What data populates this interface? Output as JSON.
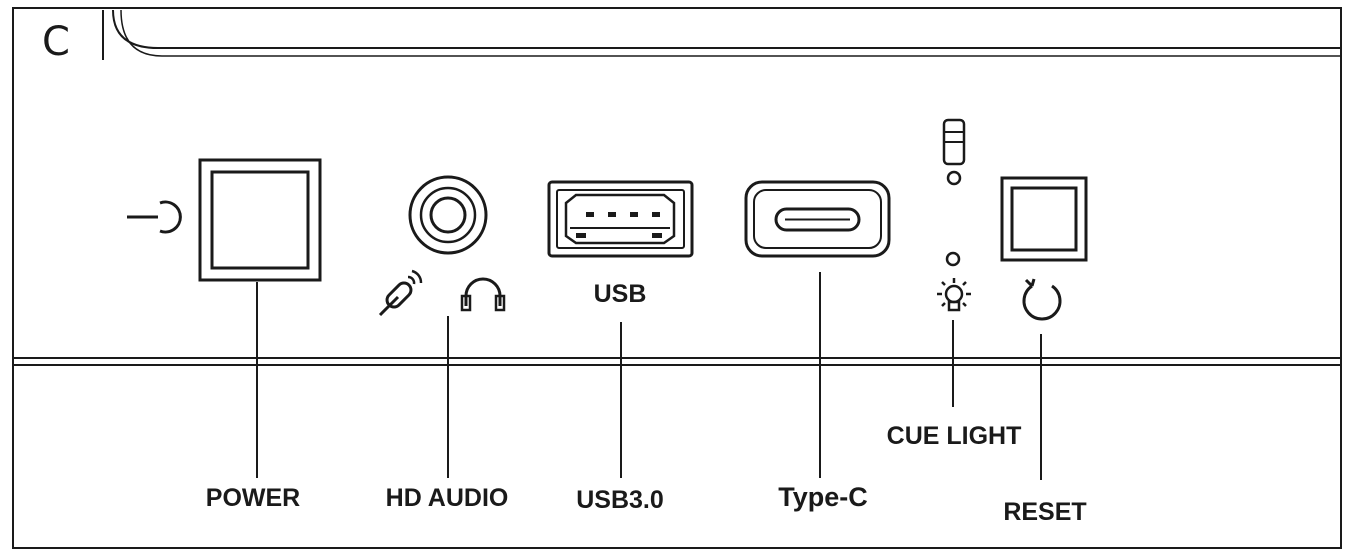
{
  "panel_letter": "C",
  "ports": {
    "power": "POWER",
    "hd_audio": "HD AUDIO",
    "usb_port_mark": "USB",
    "usb3": "USB3.0",
    "type_c": "Type-C",
    "cue_light": "CUE LIGHT",
    "reset": "RESET"
  },
  "icons": {
    "power": "power-symbol-icon",
    "microphone": "microphone-icon",
    "headphones": "headphones-icon",
    "indicator": "indicator-lamp-icon",
    "light": "light-bulb-icon",
    "reset": "reset-arrow-icon"
  }
}
